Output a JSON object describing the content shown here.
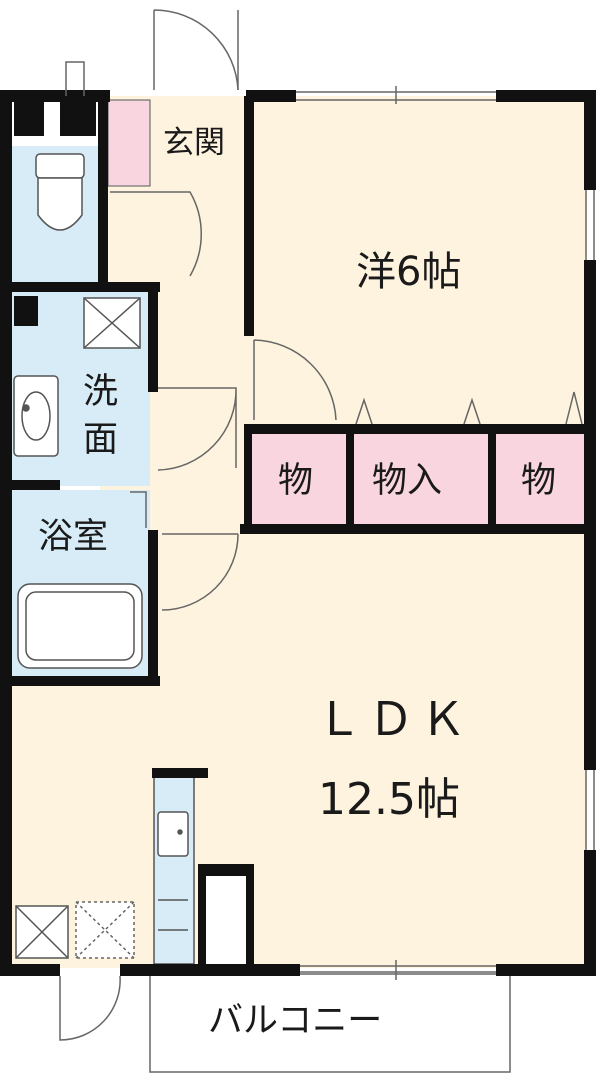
{
  "rooms": {
    "entrance": "玄関",
    "western_room": "洋6帖",
    "washroom_line1": "洗",
    "washroom_line2": "面",
    "bathroom": "浴室",
    "storage_left": "物",
    "storage_center": "物入",
    "storage_right": "物",
    "ldk_name": "ＬＤＫ",
    "ldk_size": "12.5帖",
    "balcony": "バルコニー"
  },
  "colors": {
    "wall": "#111111",
    "floor_wood": "#fdf3de",
    "floor_wet": "#d7ecf7",
    "storage_pink": "#f9d6df",
    "balcony_bg": "#ffffff",
    "line": "#666666"
  }
}
